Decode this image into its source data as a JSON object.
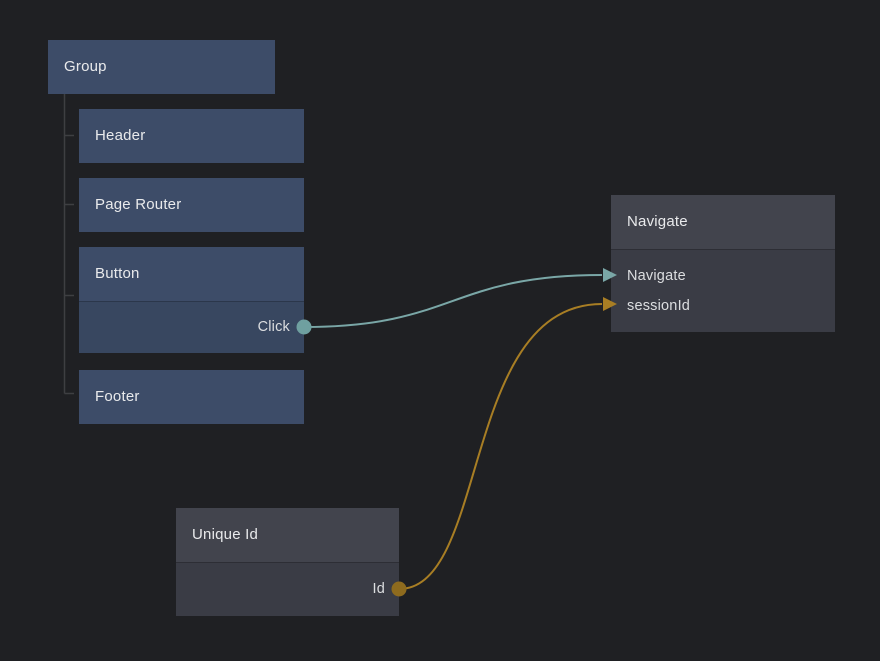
{
  "canvas": {
    "background": "#1f2023",
    "kind": "node-graph-editor"
  },
  "colors": {
    "component_node_header": "#3d4c68",
    "component_node_body": "#384760",
    "logic_node_header": "#42444d",
    "logic_node_body": "#3a3c45",
    "signal_connection": "#7aa7a7",
    "value_connection": "#a87e24",
    "tree_line": "#3e3f42",
    "title_text": "#e9eaec",
    "port_text": "#dcdee0"
  },
  "nodes": {
    "group": {
      "title": "Group"
    },
    "header": {
      "title": "Header"
    },
    "page_router": {
      "title": "Page Router"
    },
    "button": {
      "title": "Button",
      "outputs": [
        {
          "label": "Click",
          "port_color": "#6fa0a0"
        }
      ]
    },
    "footer": {
      "title": "Footer"
    },
    "navigate": {
      "title": "Navigate",
      "inputs": [
        {
          "label": "Navigate",
          "arrow_color": "#7aa7a7"
        },
        {
          "label": "sessionId",
          "arrow_color": "#a87e24"
        }
      ]
    },
    "unique_id": {
      "title": "Unique Id",
      "outputs": [
        {
          "label": "Id",
          "port_color": "#8e6b1e"
        }
      ]
    }
  },
  "tree": {
    "parent": "Group",
    "children": [
      "Header",
      "Page Router",
      "Button",
      "Footer"
    ]
  },
  "connections": [
    {
      "from_node": "Button",
      "from_port": "Click",
      "to_node": "Navigate",
      "to_port": "Navigate",
      "color": "#7aa7a7"
    },
    {
      "from_node": "Unique Id",
      "from_port": "Id",
      "to_node": "Navigate",
      "to_port": "sessionId",
      "color": "#a87e24"
    }
  ]
}
